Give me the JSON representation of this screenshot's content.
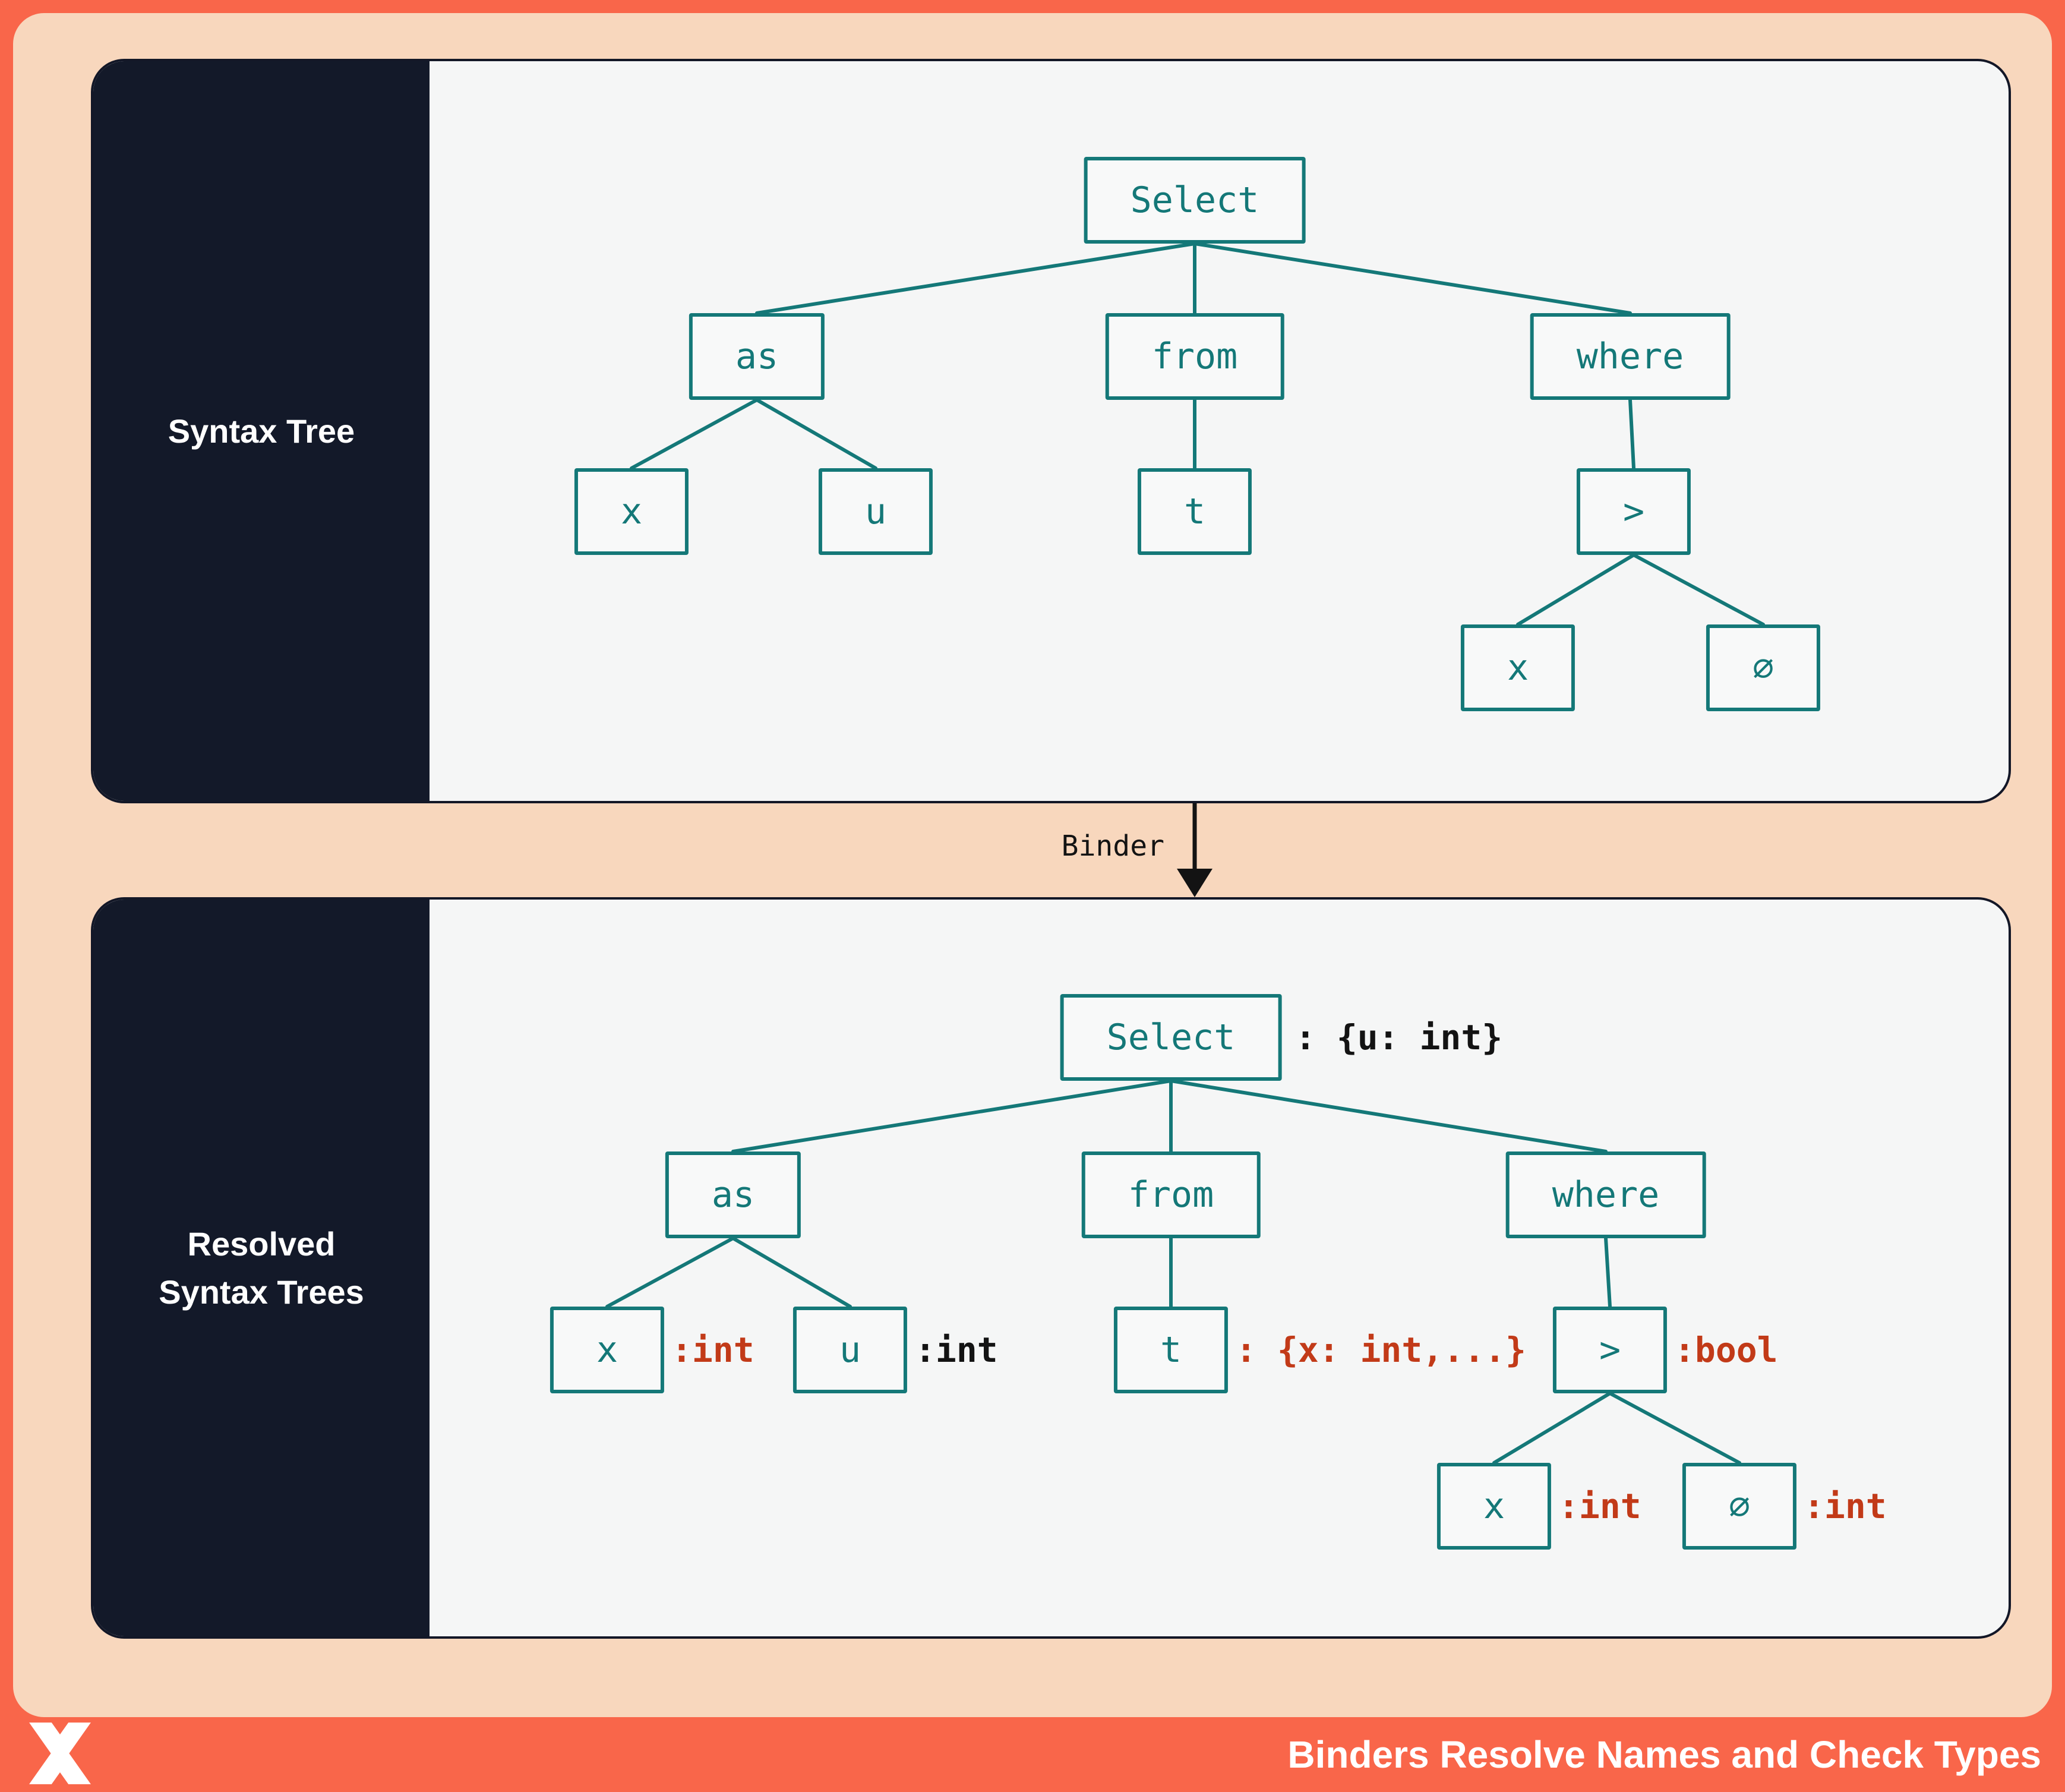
{
  "syntax_panel": {
    "label": "Syntax Tree",
    "nodes": {
      "select": "Select",
      "as": "as",
      "from": "from",
      "where": "where",
      "x1": "x",
      "u": "u",
      "t": "t",
      "gt": ">",
      "x2": "x",
      "zero": "∅"
    }
  },
  "resolved_panel": {
    "label": "Resolved Syntax Trees",
    "nodes": {
      "select": "Select",
      "as": "as",
      "from": "from",
      "where": "where",
      "x1": "x",
      "u": "u",
      "t": "t",
      "gt": ">",
      "x2": "x",
      "zero": "∅"
    },
    "annotations": {
      "select": ": {u: int}",
      "x1": ":int",
      "u": ":int",
      "t": ": {x: int,...}",
      "gt": ":bool",
      "x2": ":int",
      "zero": ":int"
    }
  },
  "binder": {
    "label": "Binder"
  },
  "footer": {
    "title": "Binders Resolve Names and Check Types"
  },
  "colors": {
    "frame_orange": "#F9664A",
    "canvas_peach": "#F8D7BD",
    "panel_background": "#F5F6F6",
    "sidebar_navy": "#131929",
    "node_teal": "#147878",
    "annotation_red": "#C23A18",
    "annotation_dark": "#131313"
  }
}
